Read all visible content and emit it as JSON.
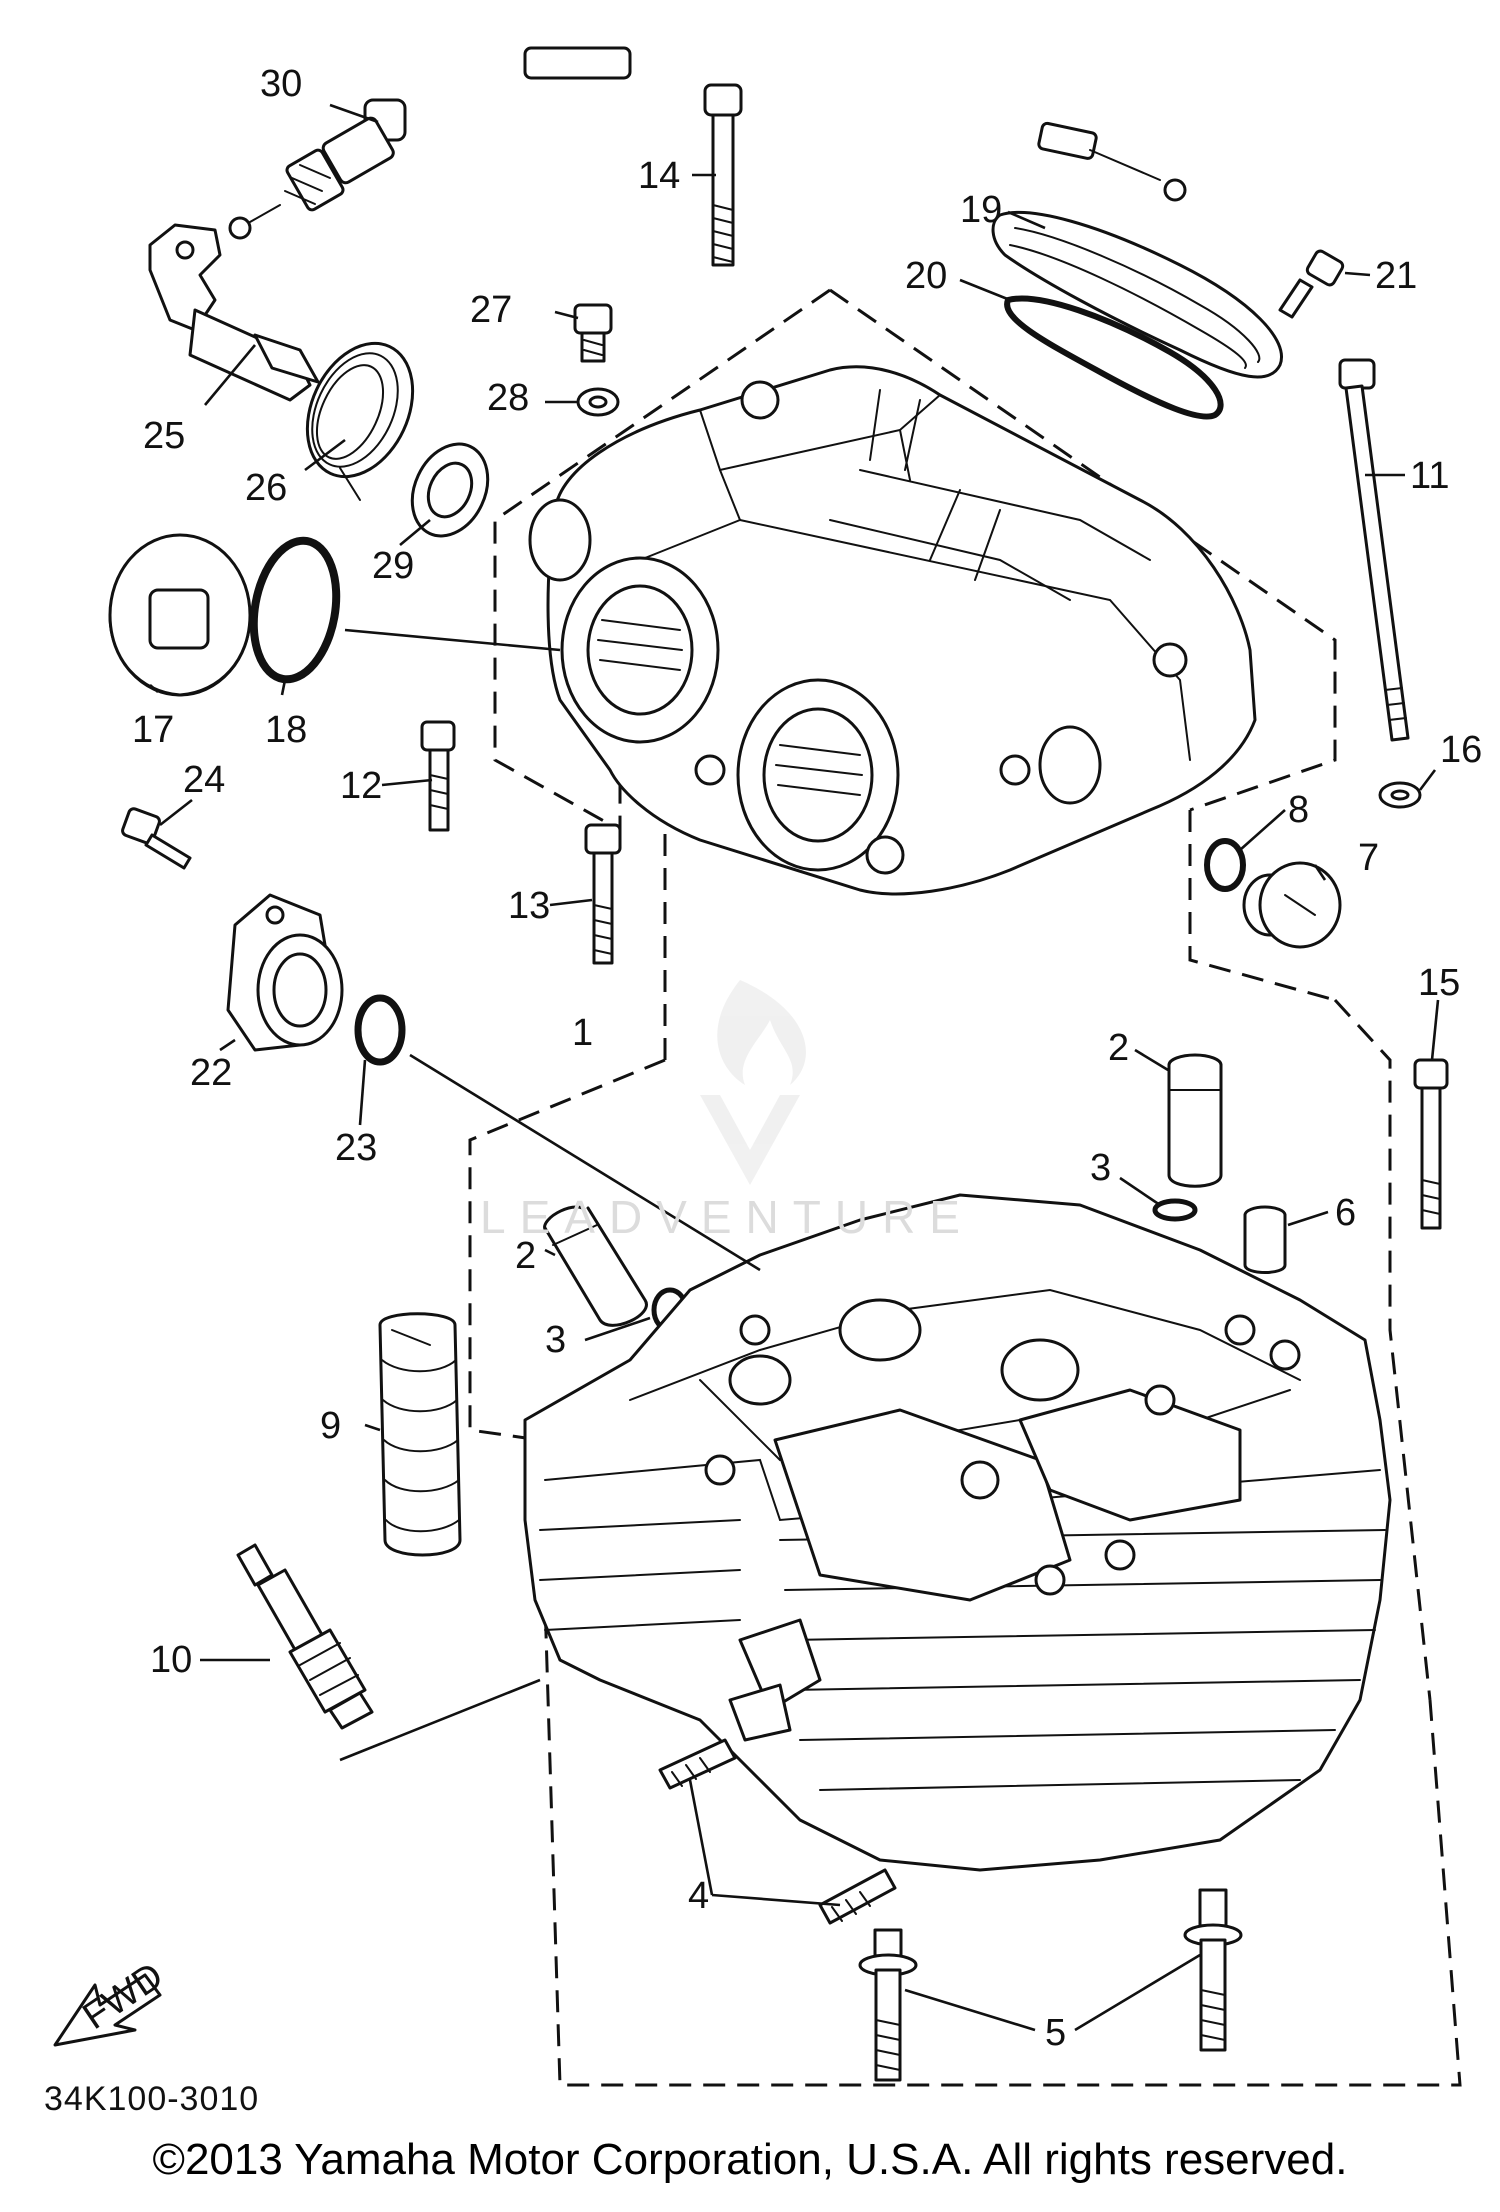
{
  "diagram": {
    "code": "34K100-3010",
    "copyright": "©2013 Yamaha Motor Corporation, U.S.A. All rights reserved.",
    "watermark": "LEADVENTURE",
    "direction_marker": "FWD",
    "callouts": [
      "30",
      "14",
      "19",
      "20",
      "21",
      "27",
      "28",
      "25",
      "26",
      "29",
      "11",
      "17",
      "18",
      "12",
      "24",
      "16",
      "8",
      "7",
      "13",
      "22",
      "23",
      "1",
      "15",
      "2",
      "3",
      "6",
      "9",
      "10",
      "4",
      "5"
    ]
  }
}
